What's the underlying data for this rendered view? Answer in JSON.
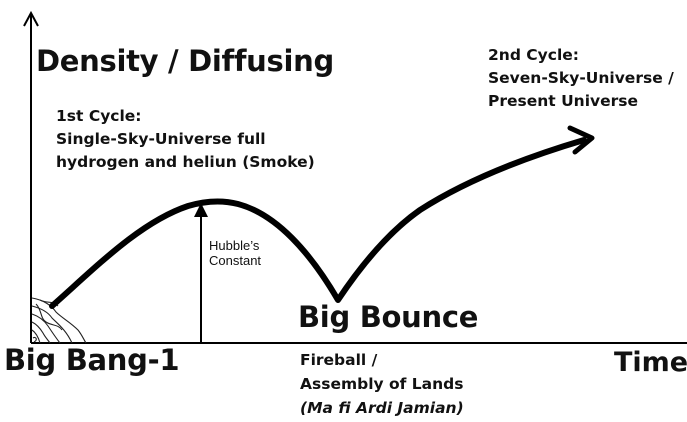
{
  "axes": {
    "y_label": "Density / Diffusing",
    "x_label": "Time"
  },
  "annotations": {
    "first_cycle": {
      "heading": "1st Cycle:",
      "line1": "Single-Sky-Universe full",
      "line2": "hydrogen and heliun (Smoke)"
    },
    "second_cycle": {
      "heading": "2nd Cycle:",
      "line1": "Seven-Sky-Universe /",
      "line2": "Present Universe"
    },
    "hubble": {
      "line1": "Hubble’s",
      "line2": "Constant"
    },
    "big_bounce": "Big Bounce",
    "big_bang": "Big Bang-1",
    "fireball": {
      "line1": "Fireball /",
      "line2": "Assembly of Lands",
      "line3": "(Ma fi Ardi Jamian)"
    }
  },
  "colors": {
    "ink": "#000000",
    "background": "#ffffff"
  }
}
